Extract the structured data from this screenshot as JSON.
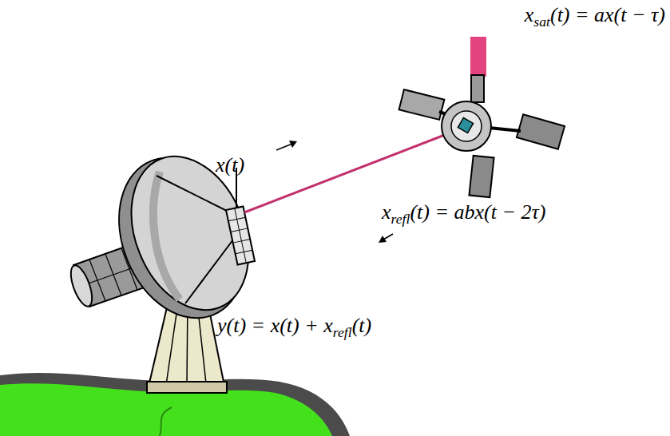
{
  "diagram": {
    "labels": [
      "x",
      "sat",
      "(t) = ax(t − τ)",
      "x(t)",
      "x",
      "refl",
      "(t) = abx(t − 2τ)",
      "y(t) = x(t) + x",
      "refl",
      "(t)"
    ]
  }
}
